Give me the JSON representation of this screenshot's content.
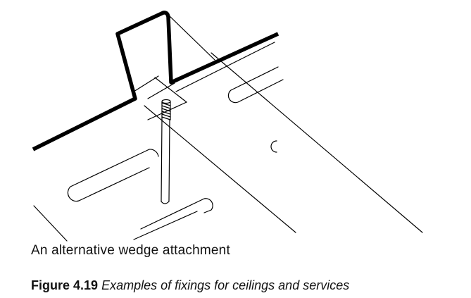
{
  "illustration": {
    "subject": "wedge attachment fixing drawing",
    "stroke_color": "#000000",
    "background_color": "#ffffff"
  },
  "subcaption": "An alternative wedge attachment",
  "caption": {
    "label": "Figure 4.19",
    "text": "Examples of fixings for ceilings and services"
  }
}
